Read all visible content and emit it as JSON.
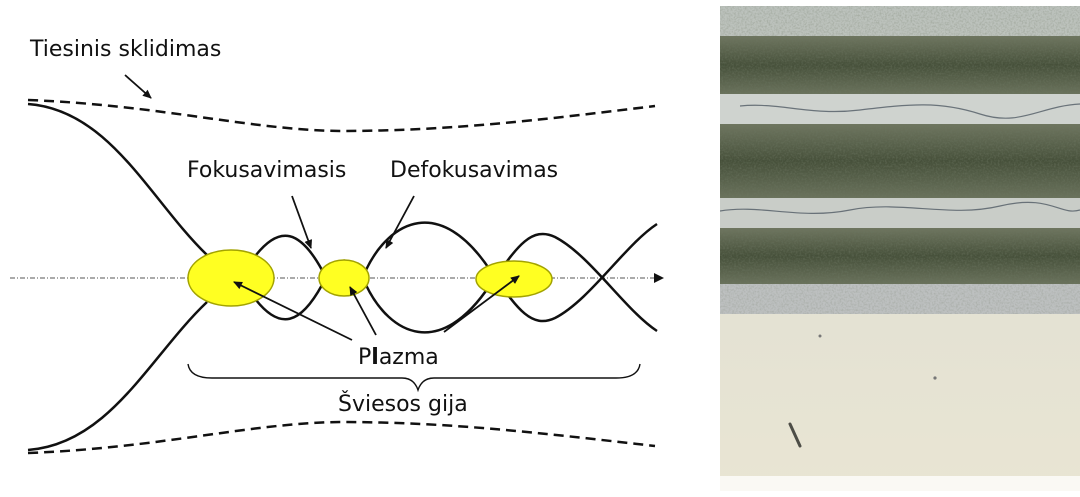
{
  "labels": {
    "linear_propagation": "Tiesinis sklidimas",
    "focusing": "Fokusavimasis",
    "defocusing": "Defokusavimas",
    "plasma_prefix": "P",
    "plasma_bold": "l",
    "plasma_suffix": "azma",
    "filament": "Šviesos gija"
  },
  "colors": {
    "plasma_fill": "#ffff22",
    "plasma_stroke": "#a3a300",
    "line": "#111111",
    "photo_background": "#e6e2d2",
    "photo_band": "#4e563f"
  }
}
